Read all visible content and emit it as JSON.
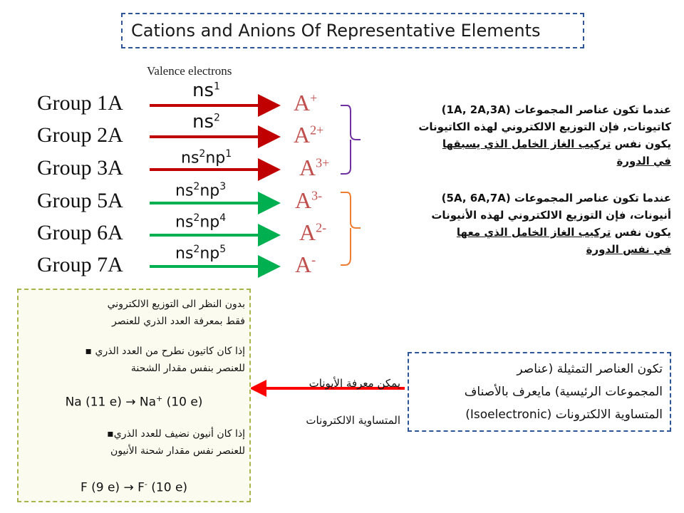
{
  "title": "Cations and Anions Of Representative Elements",
  "valence_label": "Valence electrons",
  "groups": [
    {
      "group": "Group 1A",
      "config_base": "ns",
      "config_sup": "1",
      "config_tail": "",
      "config_tail_sup": "",
      "ion": "A",
      "charge": "+"
    },
    {
      "group": "Group 2A",
      "config_base": "ns",
      "config_sup": "2",
      "config_tail": "",
      "config_tail_sup": "",
      "ion": "A",
      "charge": "2+"
    },
    {
      "group": "Group 3A",
      "config_base": "ns",
      "config_sup": "2",
      "config_tail": "np",
      "config_tail_sup": "1",
      "ion": "A",
      "charge": "3+"
    },
    {
      "group": "Group 5A",
      "config_base": "ns",
      "config_sup": "2",
      "config_tail": "np",
      "config_tail_sup": "3",
      "ion": "A",
      "charge": "3-"
    },
    {
      "group": "Group 6A",
      "config_base": "ns",
      "config_sup": "2",
      "config_tail": "np",
      "config_tail_sup": "4",
      "ion": "A",
      "charge": "2-"
    },
    {
      "group": "Group 7A",
      "config_base": "ns",
      "config_sup": "2",
      "config_tail": "np",
      "config_tail_sup": "5",
      "ion": "A",
      "charge": "-"
    }
  ],
  "cation_note": {
    "line1": "عندما تكون عناصر المجموعات (1A, 2A,3A)",
    "line2": "كاتيونات, فإن التوزيع الالكتروني لهذه الكاتيونات",
    "line3_plain": "يكون نفس ",
    "line3_underlined": "تركيب الغاز الخامل الذي يسبقها",
    "line4": "في الدورة"
  },
  "anion_note": {
    "line1": "عندما تكون عناصر المجموعات (5A, 6A,7A)",
    "line2": "أنيونات، فإن التوزيع الالكتروني لهذه الأنيونات",
    "line3_plain": "يكون نفس ",
    "line3_underlined": "تركيب الغاز الخامل الذي معها",
    "line4": "في نفس الدورة"
  },
  "bottom_left": {
    "intro_line1": "بدون النظر الى التوزيع الالكتروني",
    "intro_line2": "فقط بمعرفة العدد الذري للعنصر",
    "bullet1_line1": "إذا كان كاتيون نطرح من العدد الذري",
    "bullet1_line2": "للعنصر بنفس مقدار الشحنة",
    "example1_left": "Na (11 e) → Na",
    "example1_sup": "+",
    "example1_right": " (10 e)",
    "bullet2_line1": "إذا كان أنيون نضيف للعدد الذري",
    "bullet2_line2": "للعنصر نفس مقدار شحنة الأنيون",
    "example2_left": "F (9 e) → F",
    "example2_sup": "-",
    "example2_right": " (10 e)"
  },
  "arrow_label": {
    "line1": "يمكن معرفة الأيونات",
    "line2": "المتساوية الالكترونات"
  },
  "bottom_right": {
    "line1": "تكون العناصر التمثيلة (عناصر",
    "line2": "المجموعات الرئيسية) مايعرف بالأصناف",
    "line3": "المتساوية الالكترونات (Isoelectronic)"
  },
  "colors": {
    "cation_arrow": "#c00000",
    "anion_arrow": "#00b050",
    "ion_text": "#c0504d",
    "cation_brace": "#7030a0",
    "anion_brace": "#ed7d31",
    "box_border": "#2e5597"
  }
}
